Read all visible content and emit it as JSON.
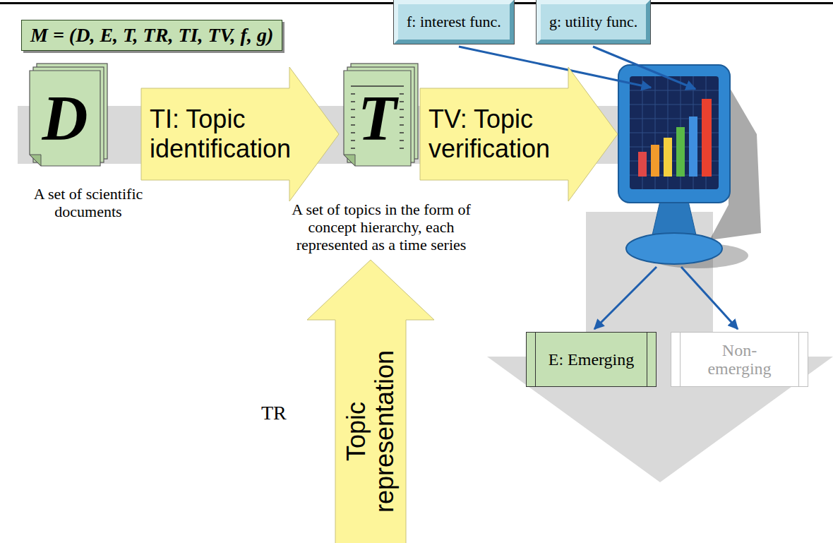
{
  "diagram": {
    "nodes": [
      {
        "text": [
          "M = (D, E, T, TR, TI, TV, f, g)"
        ]
      },
      {
        "text": [
          "f: interest func."
        ]
      },
      {
        "text": [
          "g: utility func."
        ]
      },
      {
        "text": [
          "D",
          "A set of scientific documents"
        ]
      },
      {
        "text": [
          "TI: Topic identification"
        ]
      },
      {
        "text": [
          "T",
          "A set of topics in the form of concept hierarchy, each represented as a time series"
        ]
      },
      {
        "text": [
          "TV: Topic verification"
        ]
      },
      {
        "text": [
          "E: Emerging"
        ]
      },
      {
        "text": [
          "Non- emerging"
        ]
      },
      {
        "text": [
          "TR",
          "Topic representation"
        ]
      }
    ]
  }
}
